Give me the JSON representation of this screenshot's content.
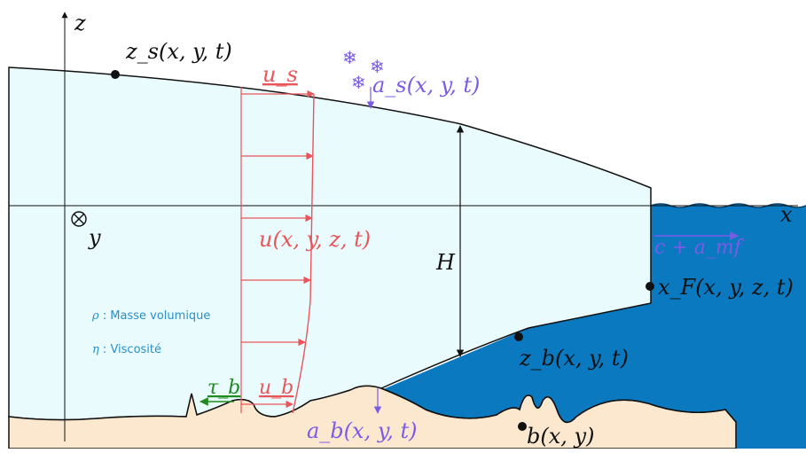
{
  "colors": {
    "ice_fill": "#e9fbfd",
    "ice_stroke": "#111111",
    "ocean_fill": "#0b79c0",
    "bedrock_fill": "#fbe8cf",
    "velocity": "#e8555a",
    "accumulation": "#7a5be6",
    "stress": "#1f8a1f",
    "property_text": "#2a8fc8",
    "axis": "#111111"
  },
  "labels": {
    "z_axis": "z",
    "x_axis": "x",
    "y_axis": "y",
    "surface": "z_s(x, y, t)",
    "surface_velocity": "u_s",
    "surface_accumulation": "a_s(x, y, t)",
    "velocity_field": "u(x, y, z, t)",
    "thickness": "H",
    "calving_rate": "c + a_mf",
    "front": "x_F(x, y, z, t)",
    "base": "z_b(x, y, t)",
    "basal_velocity": "u_b",
    "basal_stress": "τ_b",
    "basal_accumulation": "a_b(x, y, t)",
    "bedrock": "b(x, y)"
  },
  "properties": {
    "density_symbol": "ρ",
    "density_text": " : Masse volumique",
    "viscosity_symbol": "η",
    "viscosity_text": " : Viscosité"
  },
  "icons": [
    "snowflake-icon",
    "snowflake-icon",
    "snowflake-icon",
    "out-of-plane-icon"
  ]
}
